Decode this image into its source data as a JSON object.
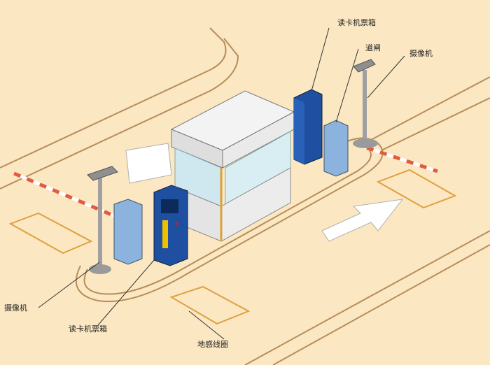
{
  "labels": {
    "card_reader_top": "读卡机票箱",
    "barrier_right": "道闸",
    "camera_right": "摄像机",
    "camera_left": "摄像机",
    "card_reader_bottom": "读卡机票箱",
    "ground_loop": "地感线圈"
  },
  "colors": {
    "background": "#fbe7c2",
    "road_line": "#b78d5b",
    "booth_roof": "#f3f3f3",
    "booth_glass": "#cfe8ef",
    "booth_base": "#e7e7e7",
    "card_machine": "#1f4fa0",
    "barrier_box": "#8bb3de",
    "barrier_arm_stripe": "#e15c3c",
    "camera": "#8f8f8f",
    "arrow": "#ffffff"
  }
}
